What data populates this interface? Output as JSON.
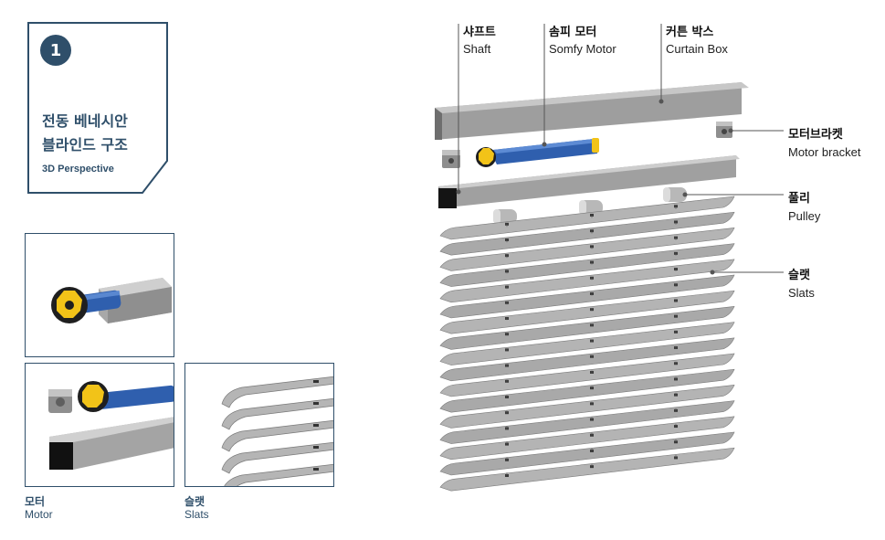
{
  "title_card": {
    "number": "1",
    "title_line1": "전동 베네시안",
    "title_line2": "블라인드 구조",
    "subtitle": "3D Perspective"
  },
  "thumbnails": {
    "motor": {
      "label_ko": "모터",
      "label_en": "Motor"
    },
    "slats": {
      "label_ko": "슬랫",
      "label_en": "Slats"
    }
  },
  "parts": [
    {
      "id": "shaft",
      "ko": "샤프트",
      "en": "Shaft"
    },
    {
      "id": "somfy-motor",
      "ko": "솜피 모터",
      "en": "Somfy Motor"
    },
    {
      "id": "curtain-box",
      "ko": "커튼 박스",
      "en": "Curtain Box"
    },
    {
      "id": "motor-bracket",
      "ko": "모터브라켓",
      "en": "Motor bracket"
    },
    {
      "id": "pulley",
      "ko": "풀리",
      "en": "Pulley"
    },
    {
      "id": "slats",
      "ko": "슬랫",
      "en": "Slats"
    }
  ],
  "colors": {
    "accent": "#2f4f6a",
    "motor_blue": "#2f5fae",
    "motor_head": "#f2c318",
    "metal": "#9a9a9a"
  }
}
